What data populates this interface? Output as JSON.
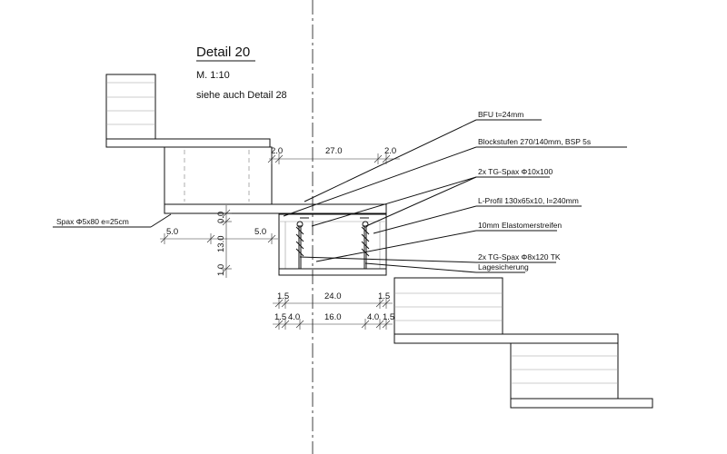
{
  "title": {
    "detail": "Detail 20",
    "scale": "M. 1:10",
    "see_also": "siehe auch Detail 28"
  },
  "labels": {
    "bfu": "BFU t=24mm",
    "blockstufen": "Blockstufen 270/140mm, BSP 5s",
    "tg_spax_10": "2x TG-Spax Φ10x100",
    "l_profil": "L-Profil 130x65x10, l=240mm",
    "elastomer": "10mm Elastomerstreifen",
    "tg_spax_8": "2x TG-Spax Φ8x120 TK",
    "lagesicherung": "Lagesicherung",
    "spax_left": "Spax Φ5x80 e=25cm"
  },
  "dims": {
    "top_left": "2.0",
    "top_mid": "27.0",
    "top_right": "2.0",
    "left_5a": "5.0",
    "left_5b": "5.0",
    "vert_00": "0.0",
    "vert_130": "13.0",
    "vert_10": "1.0",
    "b1_15a": "1.5",
    "b1_240": "24.0",
    "b1_15b": "1.5",
    "b2_15a": "1.5",
    "b2_40a": "4.0",
    "b2_160": "16.0",
    "b2_40b": "4.0",
    "b2_15b": "1.5"
  }
}
